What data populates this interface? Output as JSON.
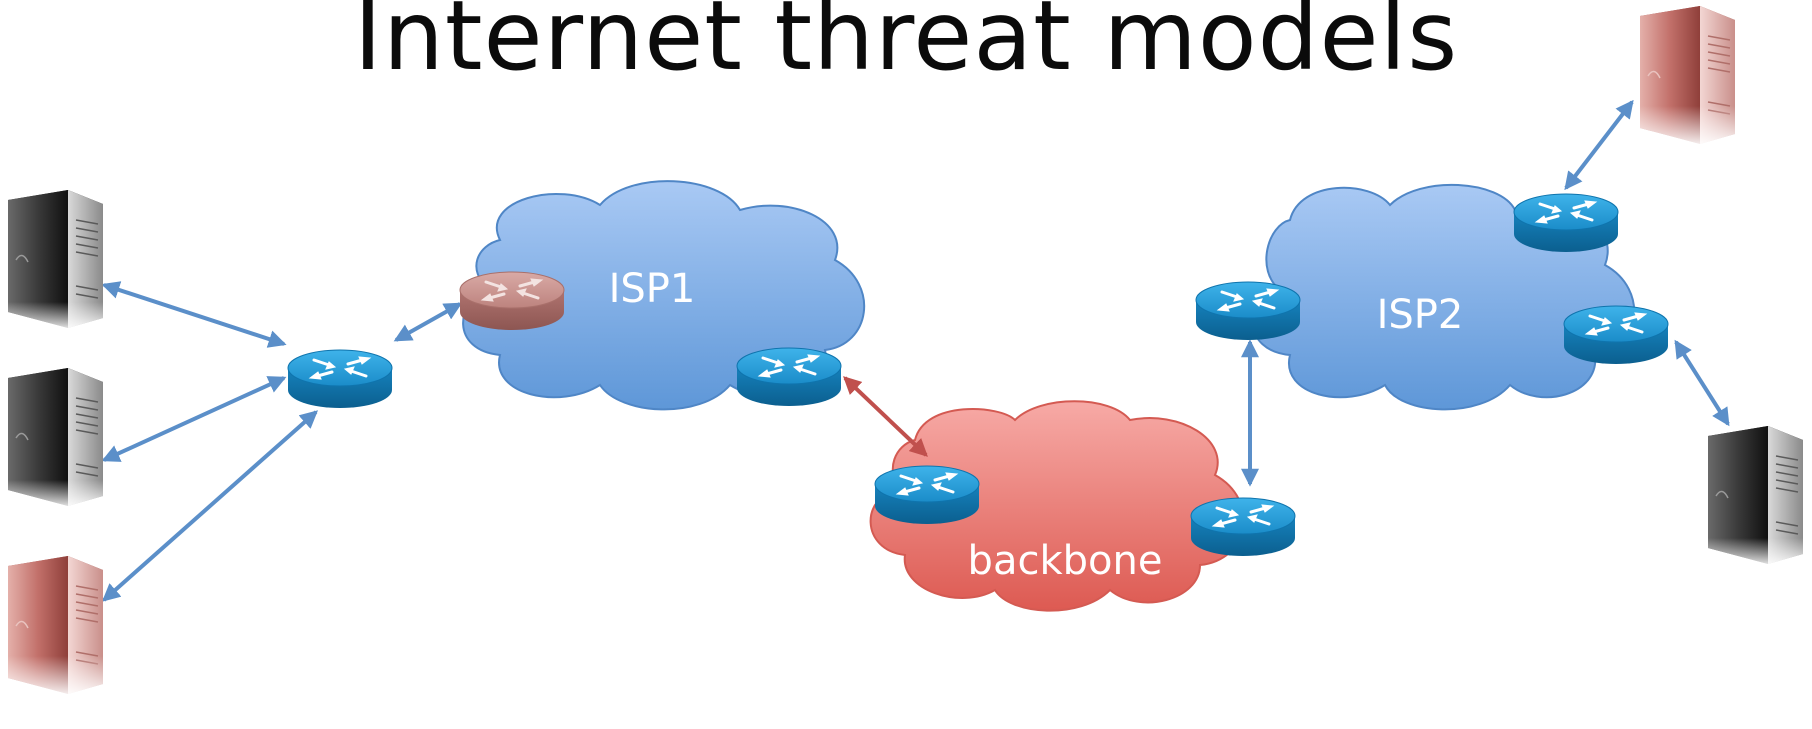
{
  "slide": {
    "title": "Internet threat models"
  },
  "clouds": {
    "isp1": {
      "label": "ISP1",
      "color": "#8db7ee"
    },
    "isp2": {
      "label": "ISP2",
      "color": "#8db7ee"
    },
    "backbone": {
      "label": "backbone",
      "color": "#ef8c86"
    }
  },
  "colors": {
    "link_normal": "#5b8fc9",
    "link_compromised": "#c0504d",
    "router_normal": "#1b9ad6",
    "router_compromised": "#c48a86",
    "server_normal": "#2a2a2a",
    "server_compromised": "#b85a52"
  }
}
